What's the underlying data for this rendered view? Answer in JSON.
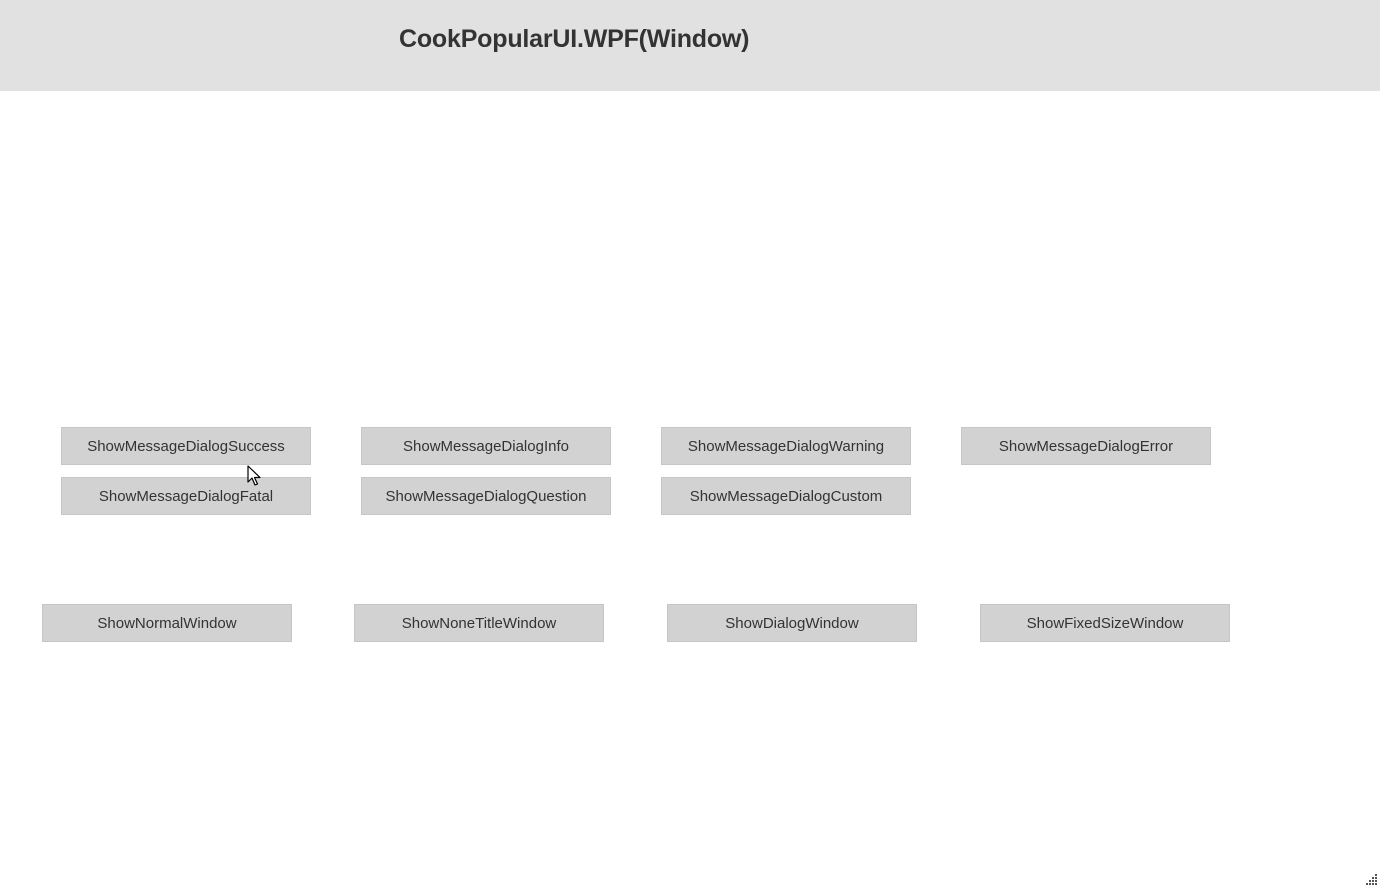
{
  "window": {
    "title": "CookPopularUI.WPF(Window)"
  },
  "message_dialog_buttons": [
    {
      "label": "ShowMessageDialogSuccess"
    },
    {
      "label": "ShowMessageDialogInfo"
    },
    {
      "label": "ShowMessageDialogWarning"
    },
    {
      "label": "ShowMessageDialogError"
    },
    {
      "label": "ShowMessageDialogFatal"
    },
    {
      "label": "ShowMessageDialogQuestion"
    },
    {
      "label": "ShowMessageDialogCustom"
    }
  ],
  "window_buttons": [
    {
      "label": "ShowNormalWindow"
    },
    {
      "label": "ShowNoneTitleWindow"
    },
    {
      "label": "ShowDialogWindow"
    },
    {
      "label": "ShowFixedSizeWindow"
    }
  ],
  "icons": {
    "cursor": "mouse-pointer-icon",
    "resize_grip": "resize-grip-icon"
  },
  "colors": {
    "header_bg": "#e1e1e1",
    "button_bg": "#d2d2d2",
    "text": "#333333",
    "body_bg": "#ffffff"
  }
}
